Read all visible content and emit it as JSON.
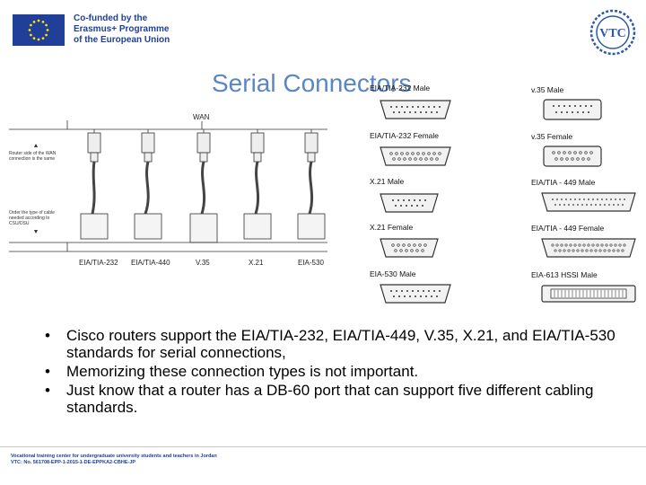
{
  "header": {
    "eu_lines": [
      "Co-funded by the",
      "Erasmus+ Programme",
      "of the European Union"
    ],
    "logo_text": "VTC"
  },
  "title": "Serial Connectors",
  "diagram": {
    "wan_label": "WAN",
    "note_top": "Router side of the WAN connection is the same",
    "note_bottom": "Order the type of cable needed according to CSU/DSU",
    "bottom_labels": [
      "EIA/TIA-232",
      "EIA/TIA-440",
      "V.35",
      "X.21",
      "EIA-530"
    ]
  },
  "connectors": [
    {
      "left": "EIA/TIA-232 Male",
      "right": "v.35 Male"
    },
    {
      "left": "EIA/TIA-232 Female",
      "right": "v.35 Female"
    },
    {
      "left": "X.21 Male",
      "right": "EIA/TIA - 449 Male"
    },
    {
      "left": "X.21 Female",
      "right": "EIA/TIA - 449 Female"
    },
    {
      "left": "EIA-530 Male",
      "right": "EIA-613 HSSI Male"
    }
  ],
  "bullets": [
    "Cisco routers support the EIA/TIA-232, EIA/TIA-449, V.35, X.21, and EIA/TIA-530 standards for serial connections,",
    "Memorizing these connection types is not important.",
    "Just know that a router has a DB-60 port that can support five different cabling standards."
  ],
  "footer": [
    "Vocational training center for undergraduate university students and teachers in Jordan",
    "VTC: No. 561708-EPP-1-2015-1-DE-EPPKA2-CBHE-JP"
  ]
}
